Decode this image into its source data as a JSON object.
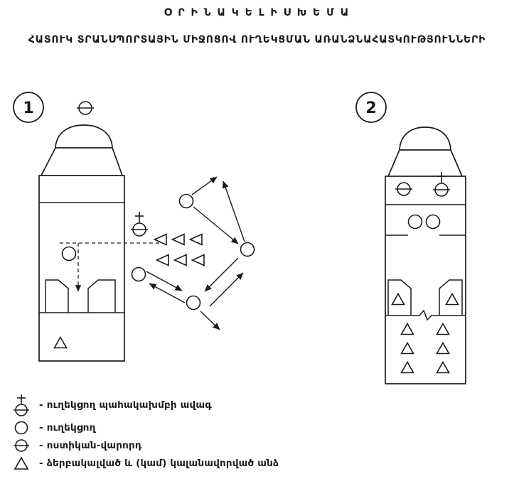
{
  "page": {
    "title": "Օ Ր Ի Ն Ա Կ Ե Լ Ի  Ս Խ Ե Մ Ա",
    "subtitle": "ՀԱՏՈՒԿ ՏՐԱՆՍՊՈՐՏԱՅԻՆ ՄԻՋՈՑՈՎ ՈՒՂԵԿՑՄԱՆ ԱՌԱՆՁՆԱՀԱՏԿՈՒԹՅՈՒՆՆԵՐԻ"
  },
  "diagrams": [
    {
      "number": "1"
    },
    {
      "number": "2"
    }
  ],
  "legend": {
    "items": [
      {
        "icon": "senior-escort-icon",
        "label": "- ուղեկցող պահակախմբի ավագ"
      },
      {
        "icon": "escort-icon",
        "label": "- ուղեկցող"
      },
      {
        "icon": "police-driver-icon",
        "label": "- ոստիկան-վարորդ"
      },
      {
        "icon": "detainee-icon",
        "label": "- ձերբակալված և (կամ) կալանավորված անձ"
      }
    ]
  },
  "colors": {
    "ink": "#1b1b1b",
    "paper": "#ffffff"
  }
}
